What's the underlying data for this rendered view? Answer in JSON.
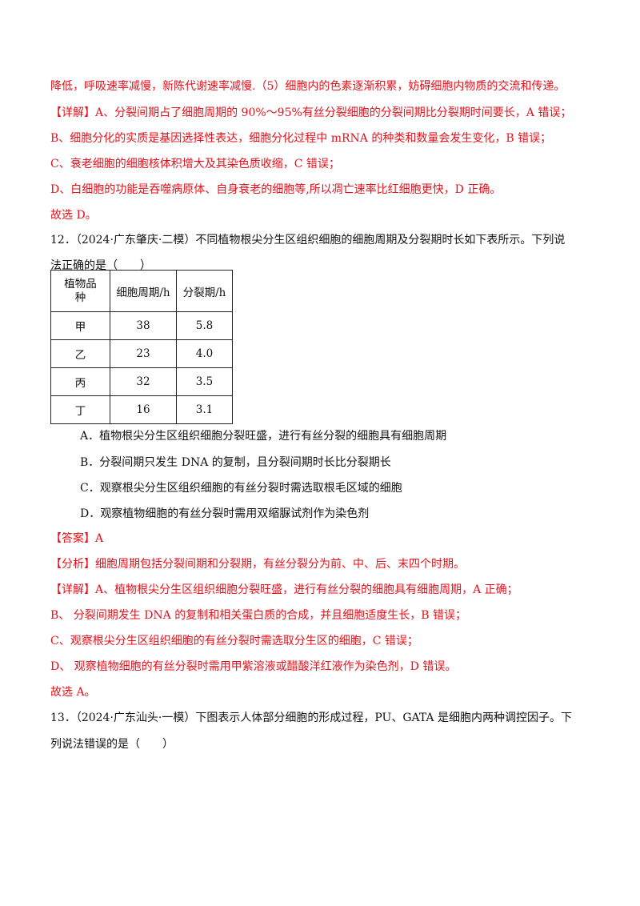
{
  "colors": {
    "explanation_red": "#e8101a",
    "text_black": "#111111"
  },
  "prev_explanation": {
    "line_continuation": "降低，呼吸速率减慢，新陈代谢速率减慢.（5）细胞内的色素逐渐积累，妨碍细胞内物质的交流和传递。",
    "detail": "【详解】A、分裂间期占了细胞周期的 90%～95%有丝分裂细胞的分裂间期比分裂期时间要长，A 错误；",
    "b": "B、细胞分化的实质是基因选择性表达，细胞分化过程中 mRNA 的种类和数量会发生变化，B 错误；",
    "c": "C、衰老细胞的细胞核体积增大及其染色质收缩，C 错误；",
    "d": "D、白细胞的功能是吞噬病原体、自身衰老的细胞等,所以凋亡速率比红细胞更快，D 正确。",
    "conclusion": "故选 D。"
  },
  "question12": {
    "stem_line1": "12．（2024·广东肇庆·二模）不同植物根尖分生区组织细胞的细胞周期及分裂期时长如下表所示。下列说",
    "stem_line2": "法正确的是（　　）",
    "table": {
      "headers": [
        "植物品种",
        "细胞周期/h",
        "分裂期/h"
      ],
      "header_c1_line1": "植物品",
      "header_c1_line2": "种",
      "rows": [
        [
          "甲",
          "38",
          "5.8"
        ],
        [
          "乙",
          "23",
          "4.0"
        ],
        [
          "丙",
          "32",
          "3.5"
        ],
        [
          "丁",
          "16",
          "3.1"
        ]
      ]
    },
    "options": {
      "A": "A．植物根尖分生区组织细胞分裂旺盛，进行有丝分裂的细胞具有细胞周期",
      "B": "B．分裂间期只发生 DNA 的复制，且分裂间期时长比分裂期长",
      "C": "C．观察根尖分生区组织细胞的有丝分裂时需选取根毛区域的细胞",
      "D": "D．观察植物细胞的有丝分裂时需用双缩脲试剂作为染色剂"
    },
    "answer": "【答案】A",
    "analysis": "【分析】细胞周期包括分裂间期和分裂期，有丝分裂分为前、中、后、末四个时期。",
    "detail": "【详解】A、植物根尖分生区组织细胞分裂旺盛，进行有丝分裂的细胞具有细胞周期，A 正确；",
    "b": "B、  分裂间期发生 DNA 的复制和相关蛋白质的合成，并且细胞适度生长，B 错误；",
    "c": "C、观察根尖分生区组织细胞的有丝分裂时需选取分生区的细胞，C 错误；",
    "d": "D、  观察植物细胞的有丝分裂时需用甲紫溶液或醋酸洋红液作为染色剂，D 错误。",
    "conclusion": "故选 A。"
  },
  "question13": {
    "stem_line1": "13．（2024·广东汕头·一模）下图表示人体部分细胞的形成过程，PU、GATA 是细胞内两种调控因子。下",
    "stem_line2": "列说法错误的是（　　）"
  }
}
